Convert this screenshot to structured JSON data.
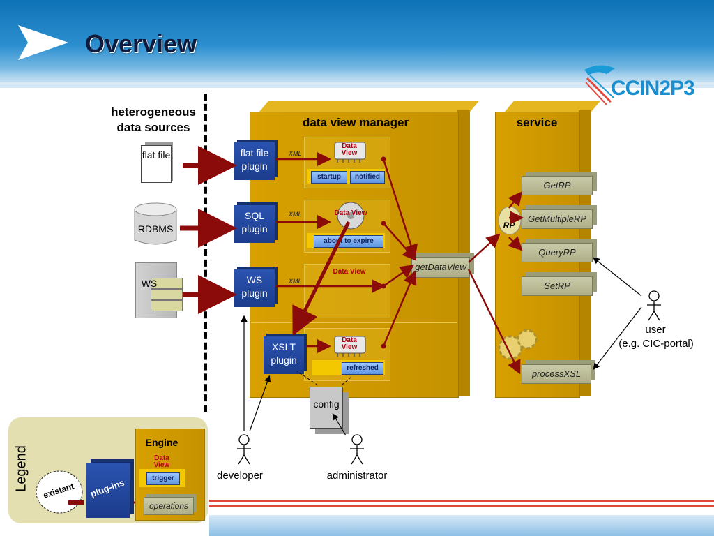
{
  "slide": {
    "title": "Overview",
    "logo": "CCIN2P3"
  },
  "sources": {
    "heading": "heterogeneous data sources",
    "flat_file": "flat file",
    "rdbms": "RDBMS",
    "ws": "WS"
  },
  "manager": {
    "title": "data view manager",
    "plugins": {
      "flat_file": "flat file plugin",
      "sql": "SQL plugin",
      "ws": "WS plugin",
      "xslt": "XSLT plugin"
    },
    "xml": "XML",
    "data_view": "Data View",
    "tags": {
      "startup": "startup",
      "notified": "notified",
      "about_to_expire": "about to expire",
      "refreshed": "refreshed"
    },
    "get_data_view": "getDataView"
  },
  "service": {
    "title": "service",
    "rp": "RP",
    "methods": [
      "GetRP",
      "GetMultipleRP",
      "QueryRP",
      "SetRP"
    ],
    "process_xsl": "processXSL"
  },
  "actors": {
    "user": "user",
    "user_note": "(e.g. CIC-portal)",
    "developer": "developer",
    "administrator": "administrator",
    "config": "config"
  },
  "legend": {
    "title": "Legend",
    "existant": "existant",
    "plugins": "plug-ins",
    "engine": "Engine",
    "data_view": "Data View",
    "trigger": "trigger",
    "operations": "operations"
  },
  "colors": {
    "header_blue": "#0e72b6",
    "gold": "#d8a000",
    "plugin_blue": "#2a53b0",
    "arrow_red": "#8b0a0a",
    "accent_red": "#e0473a"
  }
}
